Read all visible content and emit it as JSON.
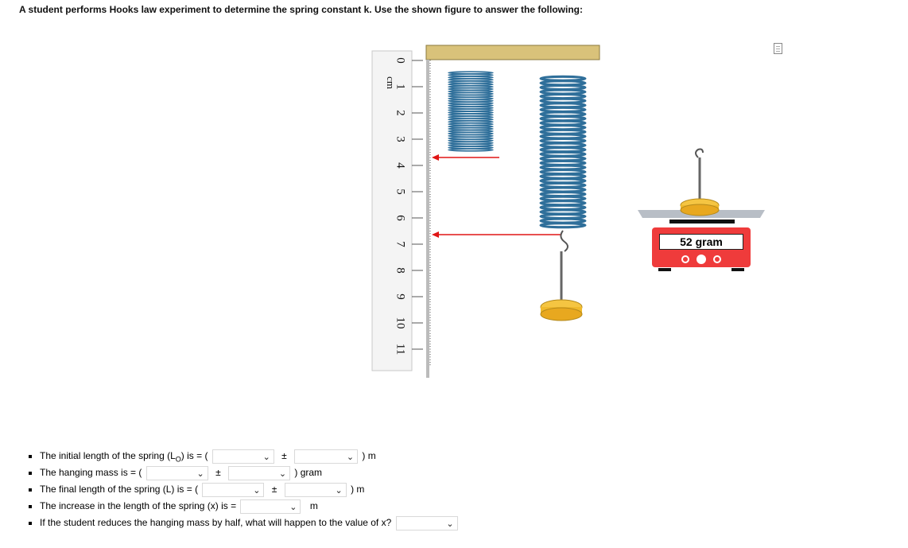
{
  "question": "A student performs Hooks law experiment to determine the spring constant k. Use the shown figure to answer the following:",
  "ruler": {
    "unit": "cm",
    "ticks": [
      "0",
      "1",
      "2",
      "3",
      "4",
      "5",
      "6",
      "7",
      "8",
      "9",
      "10",
      "11"
    ]
  },
  "scale": {
    "reading": "52 gram"
  },
  "items": [
    {
      "prefix": "The initial length of the spring (L",
      "sub": "O",
      "prefix_end": ") is = (",
      "pm": "±",
      "suffix": ") m"
    },
    {
      "prefix": "The hanging mass is = (",
      "pm": "±",
      "suffix": ") gram"
    },
    {
      "prefix": "The final length of the spring (L) is = (",
      "pm": "±",
      "suffix": ") m"
    },
    {
      "prefix": "The increase in the length of the spring (x) is =",
      "suffix": "m"
    },
    {
      "prefix": "If the student reduces the hanging mass by half, what will happen to the value of x?"
    }
  ],
  "icons": {
    "dropdown": "chevron-down-icon",
    "corner": "placeholder-icon"
  },
  "colors": {
    "scale_red": "#ef3b3b",
    "arrow_red": "#e01515",
    "weight_gold": "#f5c542",
    "ruler_bar": "#d9c27a"
  }
}
